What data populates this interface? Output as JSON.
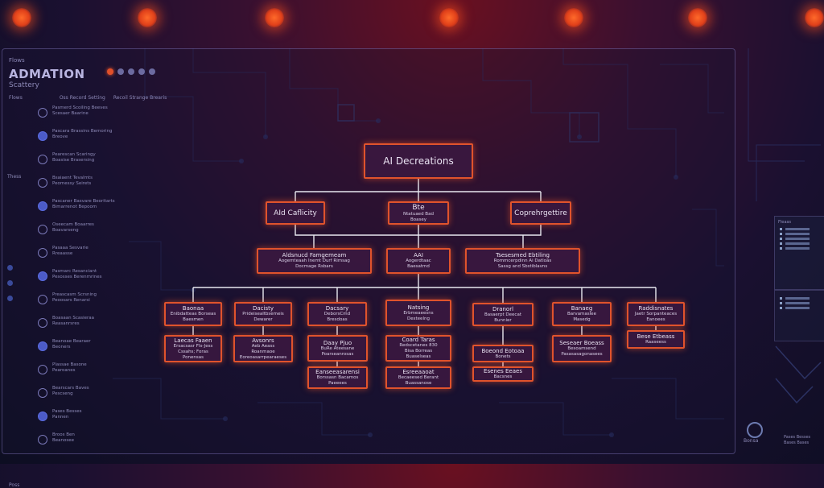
{
  "header": {
    "small": "Flows",
    "title": "ADMATION",
    "subtitle": "Scattery"
  },
  "nav": [
    "Flows",
    "Oss Record Setting",
    "Recoil Strange Brearis"
  ],
  "sidebar_items": [
    {
      "title": "Pasmerd Scoiling Beeves",
      "sub": "Scesaer Baarine"
    },
    {
      "title": "Pascara Brassins Bemoring",
      "sub": "Breove"
    },
    {
      "title": "Pearescan Scaringy",
      "sub": "Boasise Brasersing"
    },
    {
      "title": "Bsaiaent Tevalmts",
      "sub": "Peomessy Seirets"
    },
    {
      "title": "Pascaner Basvare Beoritarts",
      "sub": "Bimarrenot Bepoom"
    },
    {
      "title": "Oseecam Boaarres",
      "sub": "Boavarseng"
    },
    {
      "title": "Pasaaa Sesvarie",
      "sub": "Rreaasse"
    },
    {
      "title": "Pasmarc Resanciant",
      "sub": "Pesosses Berenmrines"
    },
    {
      "title": "Preascasm Scrsning",
      "sub": "Peoosars Renarsi"
    },
    {
      "title": "Boasaan Scasieraa",
      "sub": "Reasanrsres"
    },
    {
      "title": "Beanoae Bearaer",
      "sub": "Beoners"
    },
    {
      "title": "Plassae Basone",
      "sub": "Pearoanes"
    },
    {
      "title": "Bearscars Baves",
      "sub": "Pescseng"
    },
    {
      "title": "Pases Besses",
      "sub": "Pannen"
    },
    {
      "title": "Broos Ben",
      "sub": "Beanosee"
    }
  ],
  "left_markers": [
    "Flows",
    "Thess",
    "Poss"
  ],
  "right_panel": {
    "header": "Fleaas"
  },
  "bottom": {
    "gear_label": "Bonsa",
    "right_text": "Pases Besses\nBases Bases"
  },
  "tree": {
    "root": "AI Decreations",
    "level1": [
      {
        "t": "AId Caflicity",
        "s": ""
      },
      {
        "t": "Bte",
        "s": "Ntatuaed Bad\nBoasey"
      },
      {
        "t": "Coprehrgettire",
        "s": ""
      }
    ],
    "level2": [
      {
        "t": "Aldsnucd Famgemeam",
        "s": "Aogemteaah Inemt Durf Rimsag\nDocmage Rsbars"
      },
      {
        "t": "AAI",
        "s": "Aogerdtaac\nBaesatmd"
      },
      {
        "t": "Tsesesmed Ebtiling",
        "s": "Rommcerpdinn Ai Datloas\nSassg and Sbstiblavns"
      }
    ],
    "level3": [
      {
        "t": "Baonaa",
        "s": "Enibdatteas Borseas\nBaesmen"
      },
      {
        "t": "Dacisty",
        "s": "Prideisealtbsemeis\nDewarer"
      },
      {
        "t": "Dacsary",
        "s": "DeborsCmd\nBresdoas"
      },
      {
        "t": "Natsing",
        "s": "Erbmeaeesns\nDesteelng"
      },
      {
        "t": "Dranorl",
        "s": "Basaerpt Deecat\nBunnier"
      },
      {
        "t": "Banaeg",
        "s": "Barvamaslee\nMasedg"
      },
      {
        "t": "Raddisnates",
        "s": "Jaetr Sorpanteaces\nEanoees"
      }
    ],
    "level4": [
      {
        "t": "Laecas Faaen",
        "s": "Ersacsasr Fls-Jess\nCssahs; Foras\nPonensas"
      },
      {
        "t": "Avsonrs",
        "s": "Aeb Aeass\nRoanmaoe\nEoreoasarrpearaeses"
      },
      {
        "t": "Daay Pjuo",
        "s": "BuRe Ateesane\nPoarseanrosas"
      },
      {
        "t": "Coard Taras",
        "s": "Redscetanes 830\nBisa Borreas\nBuaselseas"
      },
      {
        "t": "Boeond Eotoaa",
        "s": "Bonets"
      },
      {
        "t": "Seseaer Boeass",
        "s": "Besoamsend\nPasasasagonasees"
      },
      {
        "t": "Bese Etbeass",
        "s": "Raaseess"
      }
    ],
    "level5": [
      {
        "t": "Eanseeasarensi",
        "s": "Borssasn Bacamos\nPaeeees"
      },
      {
        "t": "Esreeaaoat",
        "s": "Becaeesed Berant\nBuassanose"
      },
      {
        "t": "Esenes Eeaes",
        "s": "Bacsnes"
      }
    ]
  },
  "colors": {
    "node_border": "#e0532c",
    "node_fill": "#3a1840",
    "connector": "#e8e8f0",
    "accent_light": "#ff6a2a"
  }
}
